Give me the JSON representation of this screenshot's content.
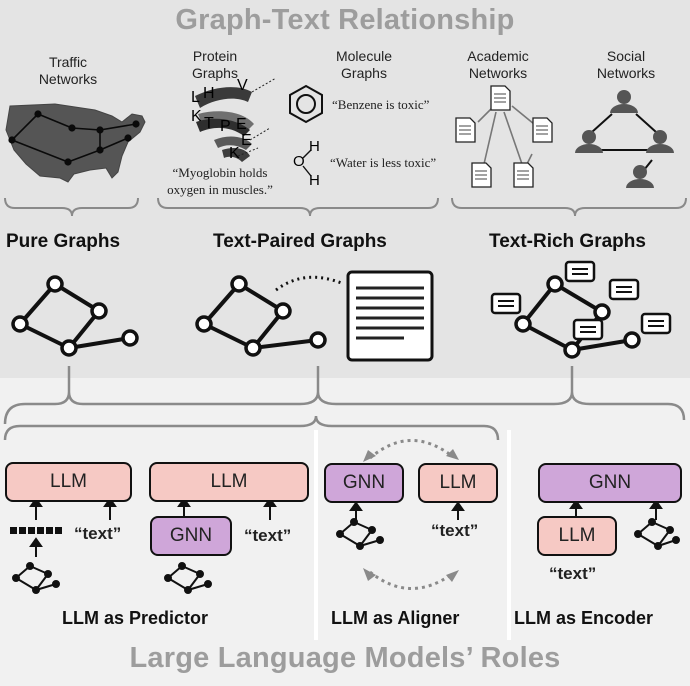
{
  "titles": {
    "top": "Graph-Text Relationship",
    "bottom": "Large Language Models’ Roles"
  },
  "categories": {
    "traffic": [
      "Traffic",
      "Networks"
    ],
    "protein": [
      "Protein",
      "Graphs"
    ],
    "molecule": [
      "Molecule",
      "Graphs"
    ],
    "academic": [
      "Academic",
      "Networks"
    ],
    "social": [
      "Social",
      "Networks"
    ]
  },
  "protein_letters": [
    "L",
    "H",
    "V",
    "K",
    "T",
    "P",
    "E",
    "E",
    "K"
  ],
  "molecule_atoms": [
    "H",
    "O",
    "H"
  ],
  "quotes": {
    "myoglobin": [
      "“Myoglobin holds",
      "oxygen in muscles.”"
    ],
    "benzene": "“Benzene is toxic”",
    "water": "“Water is less toxic”"
  },
  "sections": {
    "pure": "Pure Graphs",
    "paired": "Text-Paired Graphs",
    "rich": "Text-Rich Graphs"
  },
  "boxes": {
    "llm": "LLM",
    "gnn": "GNN",
    "text": "“text”"
  },
  "roles": {
    "predictor": "LLM as Predictor",
    "aligner": "LLM as Aligner",
    "encoder": "LLM as Encoder"
  },
  "colors": {
    "llm_fill": "#f6c9c4",
    "gnn_fill": "#cfa6d9",
    "title_gray": "#9d9d9d",
    "bracket_gray": "#8a8a8a"
  }
}
